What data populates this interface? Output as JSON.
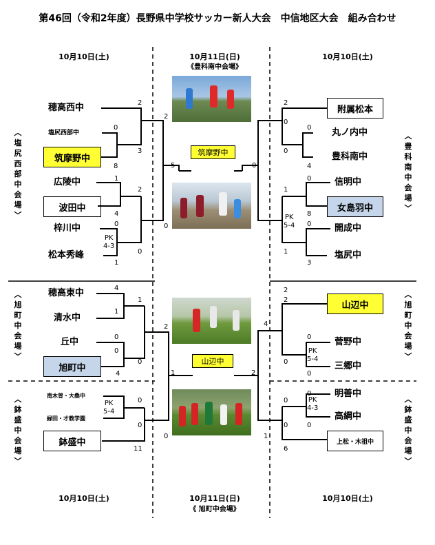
{
  "title": "第46回（令和2年度）長野県中学校サッカー新人大会　中信地区大会　組み合わせ",
  "dates": {
    "top_left": "10月10日(土)",
    "top_center": "10月11日(日)",
    "top_right": "10月10日(土)",
    "bottom_left": "10月10日(土)",
    "bottom_center": "10月11日(日)",
    "bottom_right": "10月10日(土)"
  },
  "venues": {
    "top_center": "《豊科南中会場》",
    "bottom_center": "《 旭町中会場》",
    "left_upper": "塩尻西部中会場",
    "left_middle": "旭町中会場",
    "left_lower": "鉢盛中会場",
    "right_upper": "豊科南中会場",
    "right_middle": "旭町中会場",
    "right_lower": "鉢盛中会場"
  },
  "venue_bracket_top": "︿",
  "venue_bracket_bottom": "﹀",
  "teams_left": [
    "穂高西中",
    "塩尻西部中",
    "筑摩野中",
    "広陵中",
    "波田中",
    "梓川中",
    "松本秀峰",
    "穂高東中",
    "清水中",
    "丘中",
    "旭町中",
    "南木曽・大桑中",
    "緑田・才教学園",
    "鉢盛中"
  ],
  "teams_right": [
    "附属松本",
    "丸ノ内中",
    "豊科南中",
    "信明中",
    "女島羽中",
    "開成中",
    "塩尻中",
    "山辺中",
    "菅野中",
    "三郷中",
    "明善中",
    "高綱中",
    "上松・木祖中"
  ],
  "scores_left": [
    "2",
    "0",
    "3",
    "8",
    "2",
    "1",
    "2",
    "4",
    "0",
    "1",
    "0",
    "1",
    "4",
    "1",
    "0",
    "0",
    "0",
    "2",
    "4",
    "0",
    "0",
    "0",
    "11",
    "5",
    "0",
    "2",
    "1"
  ],
  "scores_right": [
    "2",
    "0",
    "0",
    "4",
    "0",
    "1",
    "8",
    "0",
    "1",
    "3",
    "0",
    "2",
    "0",
    "0",
    "0",
    "0",
    "0",
    "0",
    "6",
    "0",
    "4",
    "1",
    "0",
    "2"
  ],
  "pk_labels": [
    "PK",
    "4-3",
    "PK",
    "5-4",
    "PK",
    "5-4",
    "PK",
    "4-3"
  ],
  "pk_inner": [
    "PK",
    "5-4"
  ],
  "winners": {
    "upper": "筑摩野中",
    "lower": "山辺中"
  },
  "colors": {
    "yellow": "#ffff33",
    "blue": "#c5d5ea",
    "line": "#000000"
  }
}
